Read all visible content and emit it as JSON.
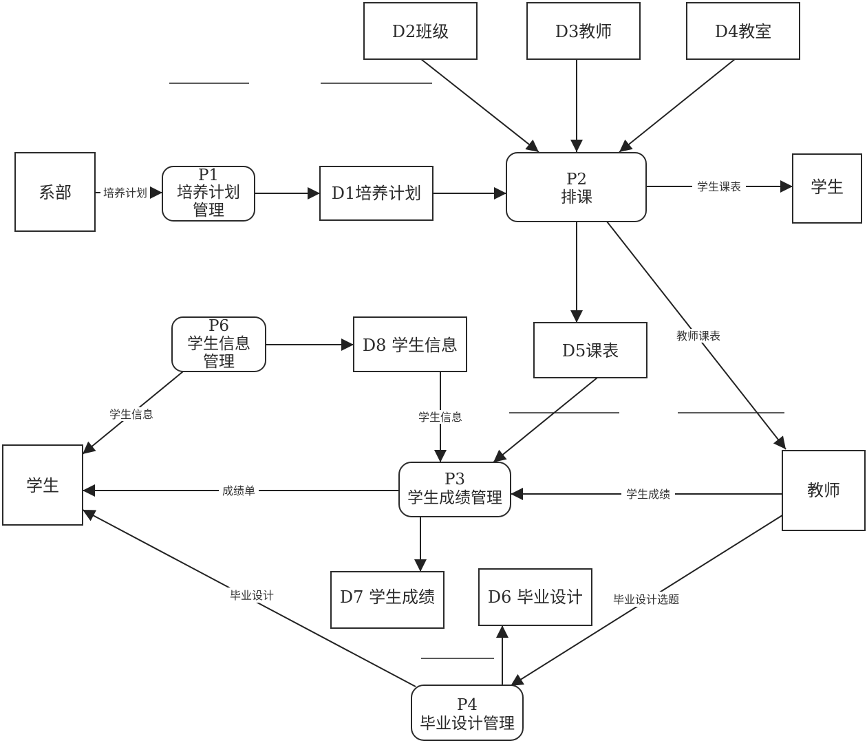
{
  "diagram": {
    "type": "data-flow-diagram",
    "externals": [
      {
        "id": "E1",
        "label": "系部"
      },
      {
        "id": "E2",
        "label": "学生"
      },
      {
        "id": "E3",
        "label": "学生"
      },
      {
        "id": "E4",
        "label": "教师"
      }
    ],
    "processes": [
      {
        "id": "P1",
        "code": "P1",
        "lines": [
          "培养计划",
          "管理"
        ]
      },
      {
        "id": "P2",
        "code": "P2",
        "lines": [
          "排课"
        ]
      },
      {
        "id": "P3",
        "code": "P3",
        "lines": [
          "学生成绩管理"
        ]
      },
      {
        "id": "P4",
        "code": "P4",
        "lines": [
          "毕业设计管理"
        ]
      },
      {
        "id": "P6",
        "code": "P6",
        "lines": [
          "学生信息",
          "管理"
        ]
      }
    ],
    "stores": [
      {
        "id": "D1",
        "label": "D1培养计划"
      },
      {
        "id": "D2",
        "label": "D2班级"
      },
      {
        "id": "D3",
        "label": "D3教师"
      },
      {
        "id": "D4",
        "label": "D4教室"
      },
      {
        "id": "D5",
        "label": "D5课表"
      },
      {
        "id": "D6",
        "label": "D6 毕业设计"
      },
      {
        "id": "D7",
        "label": "D7 学生成绩"
      },
      {
        "id": "D8",
        "label": "D8 学生信息"
      }
    ],
    "flows": [
      {
        "from": "E1",
        "to": "P1",
        "label": "培养计划"
      },
      {
        "from": "P1",
        "to": "D1",
        "label": ""
      },
      {
        "from": "D1",
        "to": "P2",
        "label": ""
      },
      {
        "from": "D2",
        "to": "P2",
        "label": ""
      },
      {
        "from": "D3",
        "to": "P2",
        "label": ""
      },
      {
        "from": "D4",
        "to": "P2",
        "label": ""
      },
      {
        "from": "P2",
        "to": "E2",
        "label": "学生课表"
      },
      {
        "from": "P2",
        "to": "D5",
        "label": ""
      },
      {
        "from": "P2",
        "to": "E4",
        "label": "教师课表"
      },
      {
        "from": "P6",
        "to": "D8",
        "label": ""
      },
      {
        "from": "P6",
        "to": "E3",
        "label": "学生信息"
      },
      {
        "from": "D8",
        "to": "P3",
        "label": "学生信息"
      },
      {
        "from": "D5",
        "to": "P3",
        "label": ""
      },
      {
        "from": "P3",
        "to": "E3",
        "label": "成绩单"
      },
      {
        "from": "E4",
        "to": "P3",
        "label": "学生成绩"
      },
      {
        "from": "P3",
        "to": "D7",
        "label": ""
      },
      {
        "from": "P4",
        "to": "E3",
        "label": "毕业设计"
      },
      {
        "from": "P4",
        "to": "D6",
        "label": ""
      },
      {
        "from": "E4",
        "to": "P4",
        "label": "毕业设计选题"
      }
    ]
  }
}
